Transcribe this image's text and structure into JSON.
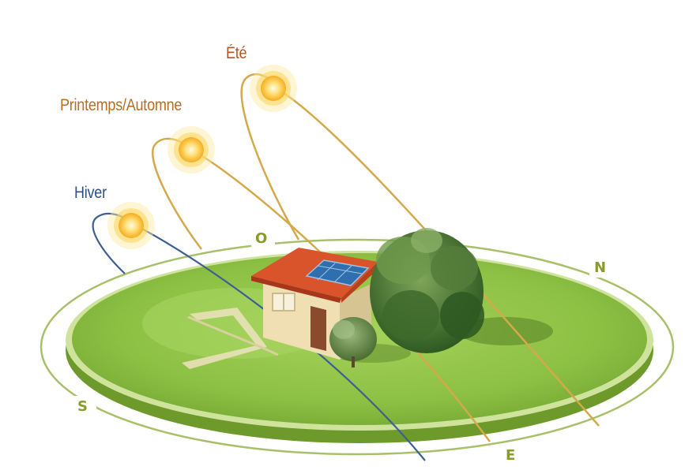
{
  "seasons": [
    {
      "id": "summer",
      "label": "Été",
      "color": "#b5561f"
    },
    {
      "id": "spring-autumn",
      "label": "Printemps/Automne",
      "color": "#b86e22"
    },
    {
      "id": "winter",
      "label": "Hiver",
      "color": "#2f4f86"
    }
  ],
  "directions": {
    "north": "N",
    "south": "S",
    "east": "E",
    "west": "O"
  },
  "colors": {
    "lawn": "#8cc043",
    "lawn_dark": "#6a9a2e",
    "compass_ring": "#9cb455",
    "direction_label": "#8a9a2c",
    "roof": "#d9542b",
    "wall": "#efdfb3",
    "solar_panel": "#2f6fae",
    "sun": "#fbc433",
    "summer_path": "#d4a94a",
    "spring_path": "#d4a94a",
    "winter_path": "#3e5f94"
  },
  "icons": [
    "sun-icon",
    "house-icon",
    "solar-panel-icon",
    "tree-icon",
    "bush-icon"
  ]
}
